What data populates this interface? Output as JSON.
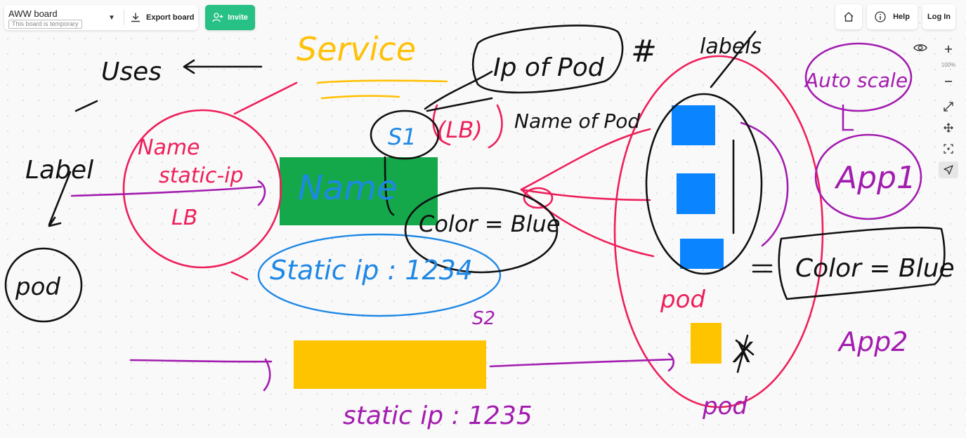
{
  "header": {
    "board_name": "AWW board",
    "board_status": "This board is temporary",
    "export_label": "Export board",
    "invite_label": "Invite",
    "help_label": "Help",
    "login_label": "Log In"
  },
  "zoom": {
    "level": "100%"
  },
  "icons": {
    "board_menu": "chevron-down-icon",
    "export": "download-icon",
    "invite": "add-user-icon",
    "home": "home-icon",
    "help": "info-icon",
    "view": "eye-icon",
    "zoom_in": "plus-icon",
    "zoom_out": "minus-icon",
    "fullscreen": "expand-icon",
    "pan": "move-icon",
    "fit": "fit-screen-icon",
    "pointer": "pointer-icon"
  },
  "colors": {
    "invite": "#27c085",
    "ink_black": "#111111",
    "ink_red": "#ee1f5a",
    "ink_purple": "#a21caf",
    "ink_blue": "#1e88e5",
    "ink_yellow": "#ffc107",
    "box_green": "#14a84a",
    "box_blue": "#0a84ff",
    "box_yellow": "#ffc400"
  },
  "drawing": {
    "service": "Service",
    "uses": "Uses",
    "label": "Label",
    "pod_left": "pod",
    "name_static_ip": "Name",
    "static_ip": "static-ip",
    "lb": "LB",
    "name_box": "Name",
    "s1": "S1",
    "lb_paren": "(LB)",
    "ip_of_pod": "Ip of Pod",
    "name_of_pod": "Name of Pod",
    "color_blue": "Color = Blue",
    "static_ip_1234": "Static ip : 1234",
    "s2": "S2",
    "static_ip_1235": "static ip : 1235",
    "labels": "labels",
    "pod_right": "pod",
    "pod_bottom": "pod",
    "color_blue_right": "Color = Blue",
    "auto_scale": "Auto scale",
    "app1": "App1",
    "app2": "App2",
    "hash": "#",
    "x": "X"
  }
}
